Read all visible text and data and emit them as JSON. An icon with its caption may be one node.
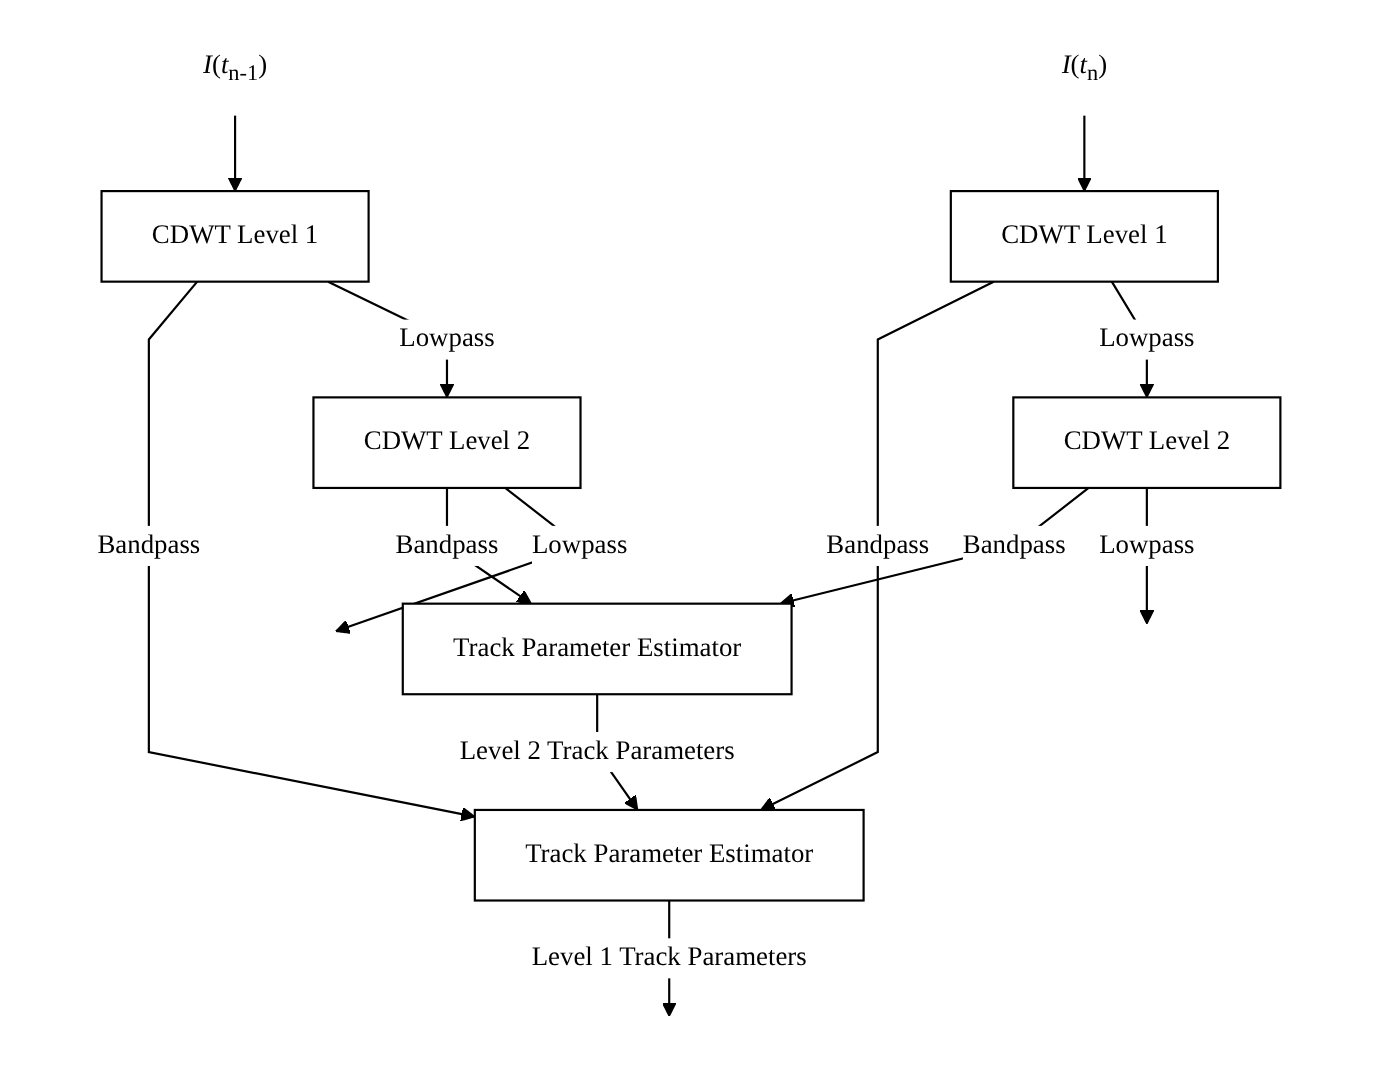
{
  "diagram": {
    "nodes": [
      {
        "text": [
          "*I*(*t*$_{n-1}$)"
        ]
      },
      {
        "text": [
          "*I*(*t*$_{n}$)"
        ]
      },
      {
        "text": [
          "CDWT Level 1"
        ]
      },
      {
        "text": [
          "Track Parameter Estimator"
        ]
      },
      {
        "text": [
          "CDWT Level 1"
        ]
      },
      {
        "text": [
          "CDWT Level 2"
        ]
      },
      {
        "text": [
          "Track Parameter Estimator"
        ]
      },
      {
        "text": [
          "CDWT Level 2"
        ]
      }
    ],
    "edges": [
      {
        "from": 0,
        "to": 2,
        "arrow": "to"
      },
      {
        "from": 1,
        "to": 4,
        "arrow": "to"
      },
      {
        "from": 2,
        "to": 3,
        "arrow": "to",
        "label": "Bandpass"
      },
      {
        "from": 4,
        "to": 3,
        "arrow": "to",
        "label": "Bandpass"
      },
      {
        "from": 3,
        "to": null,
        "arrow": "to",
        "label": "Level 1 Track Parameters"
      },
      {
        "from": 2,
        "to": 5,
        "arrow": "to",
        "label": "Lowpass"
      },
      {
        "from": 4,
        "to": 7,
        "arrow": "to",
        "label": "Lowpass"
      },
      {
        "from": 5,
        "to": 6,
        "arrow": "to",
        "label": "Bandpass"
      },
      {
        "from": 7,
        "to": 6,
        "arrow": "to",
        "label": "Bandpass"
      },
      {
        "from": 6,
        "to": 3,
        "arrow": "to",
        "label": "Level 2 Track Parameters"
      },
      {
        "from": 5,
        "to": null,
        "arrow": "to",
        "label": "Lowpass"
      },
      {
        "from": 7,
        "to": null,
        "arrow": "to",
        "label": "Lowpass"
      }
    ]
  }
}
